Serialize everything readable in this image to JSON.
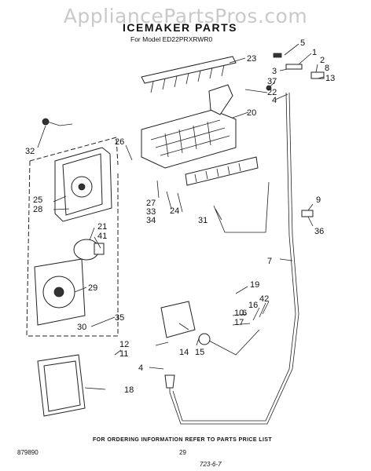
{
  "header": {
    "watermark": "AppliancePartsPros.com",
    "title": "ICEMAKER PARTS",
    "model": "For Model ED22PRXRWR0"
  },
  "callouts": [
    {
      "id": "c1",
      "label": "1"
    },
    {
      "id": "c2",
      "label": "2"
    },
    {
      "id": "c3",
      "label": "3"
    },
    {
      "id": "c4a",
      "label": "4"
    },
    {
      "id": "c4b",
      "label": "4"
    },
    {
      "id": "c5",
      "label": "5"
    },
    {
      "id": "c6",
      "label": "6"
    },
    {
      "id": "c7",
      "label": "7"
    },
    {
      "id": "c8",
      "label": "8"
    },
    {
      "id": "c9",
      "label": "9"
    },
    {
      "id": "c10",
      "label": "10"
    },
    {
      "id": "c11",
      "label": "11"
    },
    {
      "id": "c12",
      "label": "12"
    },
    {
      "id": "c13",
      "label": "13"
    },
    {
      "id": "c14",
      "label": "14"
    },
    {
      "id": "c15",
      "label": "15"
    },
    {
      "id": "c16",
      "label": "16"
    },
    {
      "id": "c17",
      "label": "17"
    },
    {
      "id": "c18",
      "label": "18"
    },
    {
      "id": "c19",
      "label": "19"
    },
    {
      "id": "c20",
      "label": "20"
    },
    {
      "id": "c21",
      "label": "21"
    },
    {
      "id": "c22",
      "label": "22"
    },
    {
      "id": "c23",
      "label": "23"
    },
    {
      "id": "c24",
      "label": "24"
    },
    {
      "id": "c25",
      "label": "25"
    },
    {
      "id": "c26",
      "label": "26"
    },
    {
      "id": "c27",
      "label": "27"
    },
    {
      "id": "c28",
      "label": "28"
    },
    {
      "id": "c29",
      "label": "29"
    },
    {
      "id": "c30",
      "label": "30"
    },
    {
      "id": "c31",
      "label": "31"
    },
    {
      "id": "c32",
      "label": "32"
    },
    {
      "id": "c33",
      "label": "33"
    },
    {
      "id": "c34",
      "label": "34"
    },
    {
      "id": "c35",
      "label": "35"
    },
    {
      "id": "c36",
      "label": "36"
    },
    {
      "id": "c37",
      "label": "37"
    },
    {
      "id": "c41",
      "label": "41"
    },
    {
      "id": "c42",
      "label": "42"
    }
  ],
  "footer": {
    "ordering_note": "FOR ORDERING INFORMATION REFER TO PARTS PRICE LIST",
    "doc_number": "879890",
    "page": "29",
    "handwritten": "723-6-7"
  }
}
